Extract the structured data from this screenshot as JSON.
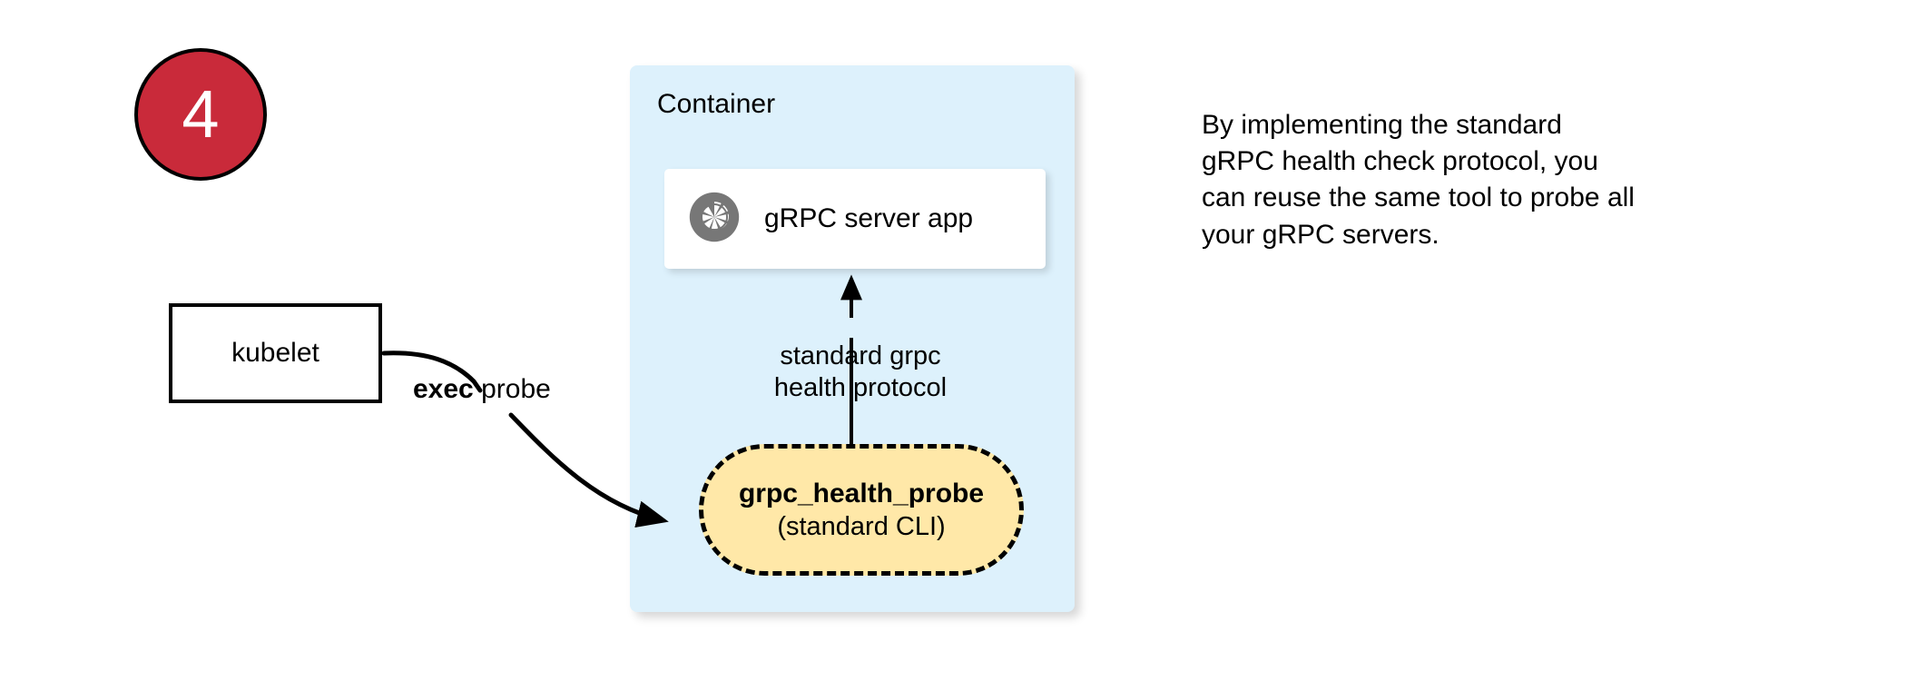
{
  "step": {
    "number": "4",
    "badge_fill": "#c92a3a",
    "badge_border": "#000000",
    "number_color": "#ffffff"
  },
  "container": {
    "label": "Container",
    "fill": "#ddf1fc"
  },
  "server_card": {
    "icon": "grpc-aperture-icon",
    "icon_color": "#777777",
    "label": "gRPC server app",
    "fill": "#ffffff"
  },
  "probe": {
    "title": "grpc_health_probe",
    "subtitle": "(standard CLI)",
    "fill": "#ffe8a8",
    "border_color": "#000000",
    "border_style": "dashed"
  },
  "kubelet": {
    "label": "kubelet",
    "fill": "#ffffff",
    "border_color": "#000000"
  },
  "edges": {
    "exec_probe": {
      "bold_text": "exec",
      "rest_text": " probe",
      "arrow": "curved-arrow-kubelet-to-probe"
    },
    "protocol": {
      "line1": "standard grpc",
      "line2": "health protocol",
      "arrow": "vertical-arrow-probe-to-server"
    }
  },
  "side_note": {
    "lines": [
      "By implementing the standard",
      "gRPC health check protocol, you",
      "can reuse the same tool to probe all",
      "your gRPC servers."
    ]
  }
}
